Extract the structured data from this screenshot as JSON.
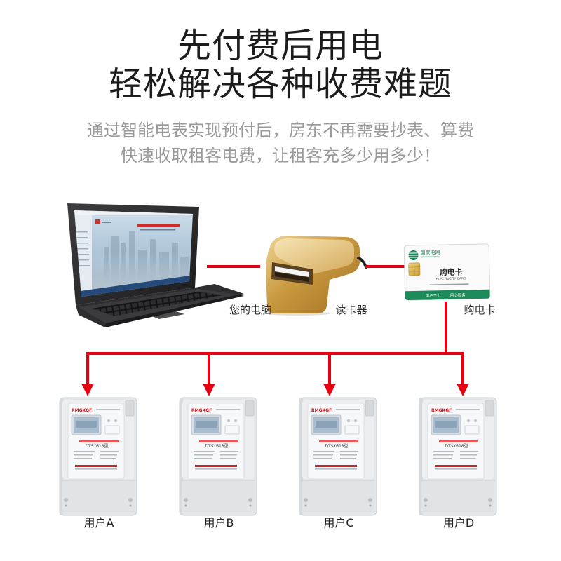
{
  "header": {
    "title_line1": "先付费后用电",
    "title_line2": "轻松解决各种收费难题",
    "subtitle_line1": "通过智能电表实现预付后，房东不再需要抄表、算费",
    "subtitle_line2": "快速收取租客电费，让租客充多少用多少！"
  },
  "devices": {
    "computer_label": "您的电脑",
    "reader_label": "读卡器",
    "card_label": "购电卡"
  },
  "card": {
    "brand": "国家电网",
    "title": "购电卡",
    "title_en": "ELECTRICITY CARD",
    "footer_left": "用户至上",
    "footer_right": "用心服务"
  },
  "meter_face": {
    "brand": "RMGKGF",
    "model": "DTSY618型"
  },
  "meters": [
    {
      "label": "用户A"
    },
    {
      "label": "用户B"
    },
    {
      "label": "用户C"
    },
    {
      "label": "用户D"
    }
  ],
  "colors": {
    "connector": "#e60012",
    "title": "#1c1c1c",
    "subtitle": "#9a9a9a",
    "card_green": "#1d8a5a",
    "reader_gold": "#c9993f"
  }
}
